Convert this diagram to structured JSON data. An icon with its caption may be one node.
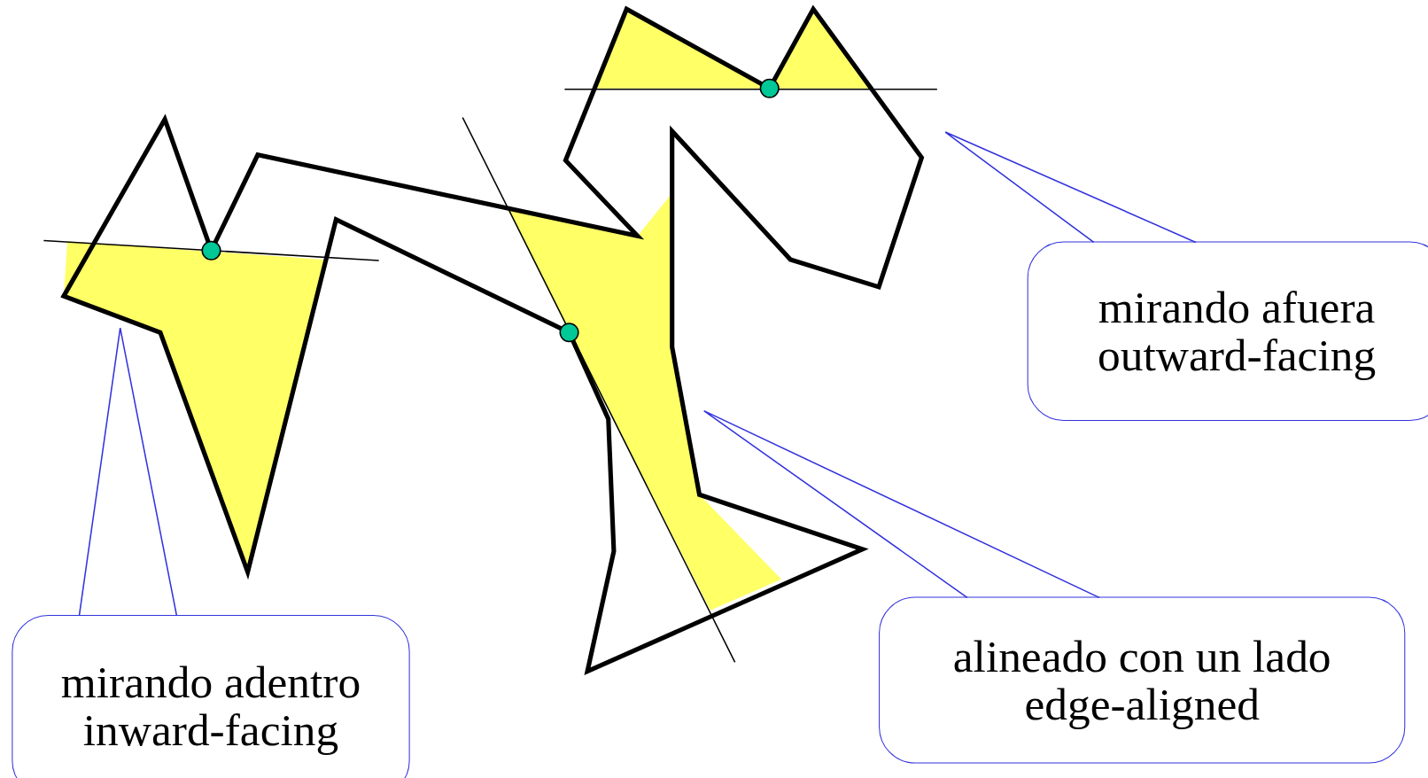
{
  "diagram": {
    "nodes": [
      {
        "text": [
          "mirando afuera",
          "outward-facing"
        ]
      },
      {
        "text": [
          "alineado con un lado",
          "edge-aligned"
        ]
      },
      {
        "text": [
          "mirando adentro",
          "inward-facing"
        ]
      }
    ],
    "edges": [
      {
        "from": 0,
        "to": null,
        "arrow": "none"
      },
      {
        "from": 1,
        "to": null,
        "arrow": "none"
      },
      {
        "from": 2,
        "to": null,
        "arrow": "none"
      }
    ]
  }
}
